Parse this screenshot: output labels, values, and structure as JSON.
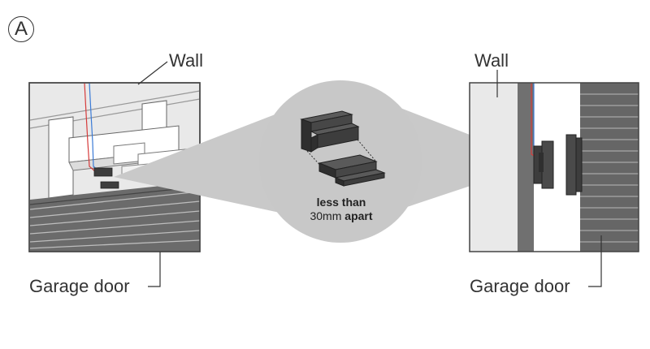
{
  "step_marker": "A",
  "left_panel": {
    "wall_label": "Wall",
    "door_label": "Garage door"
  },
  "right_panel": {
    "wall_label": "Wall",
    "door_label": "Garage door"
  },
  "zoom_caption": {
    "line1": "less than",
    "line2_value": "30mm",
    "line2_bold": "apart"
  },
  "colors": {
    "line": "#333333",
    "panel_bg": "#e8e8e8",
    "dark_part": "#3d3d3d",
    "wire_red": "#d63a3a",
    "wire_blue": "#3a7ad6"
  }
}
